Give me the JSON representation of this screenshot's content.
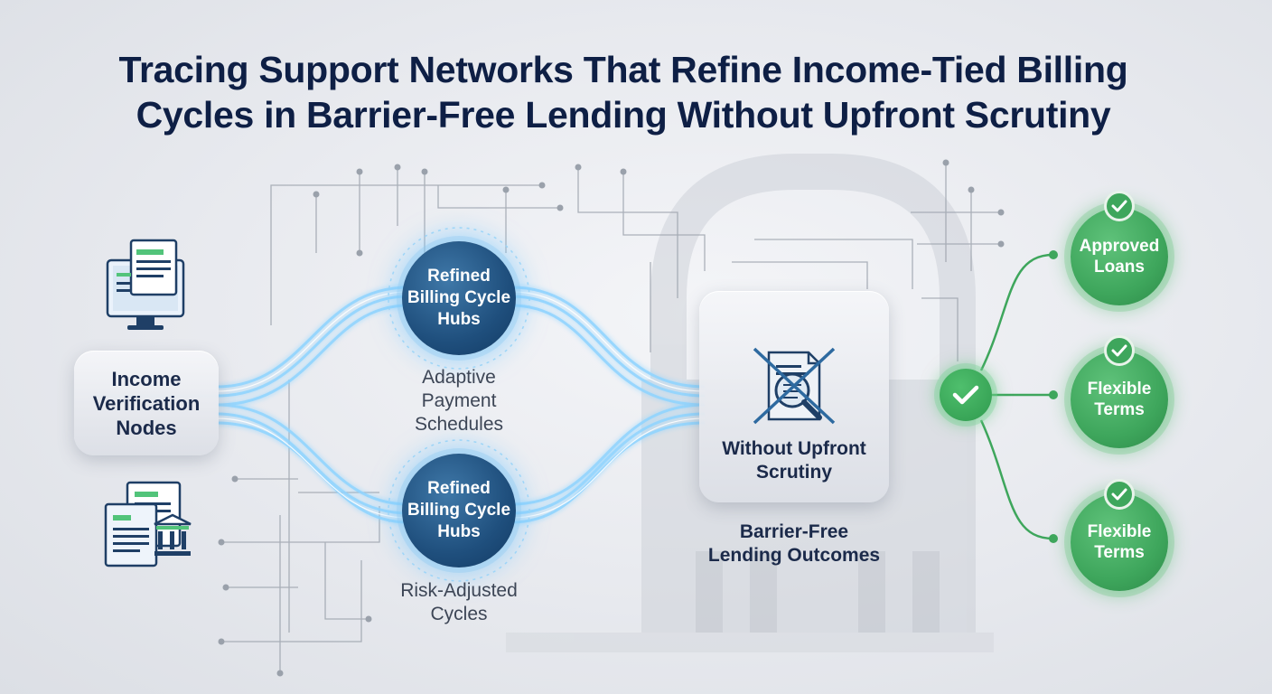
{
  "title": {
    "line1": "Tracing Support Networks That Refine Income-Tied Billing",
    "line2": "Cycles in Barrier-Free Lending Without Upfront Scrutiny"
  },
  "income_node": {
    "label": "Income Verification Nodes"
  },
  "hubs": [
    {
      "label": "Refined Billing Cycle Hubs",
      "caption": "Adaptive Payment Schedules"
    },
    {
      "label": "Refined Billing Cycle Hubs",
      "caption": "Risk-Adjusted Cycles"
    }
  ],
  "scrutiny_box": {
    "label": "Without Upfront Scrutiny"
  },
  "outcome_label": "Barrier-Free Lending Outcomes",
  "outcomes": [
    {
      "label": "Approved Loans"
    },
    {
      "label": "Flexible Terms"
    },
    {
      "label": "Flexible Terms"
    }
  ],
  "colors": {
    "title": "#0e1f45",
    "hub_blue": "#1f4f7d",
    "glow_blue": "#8fd4ff",
    "success_green": "#3ea65c"
  },
  "icons": {
    "monitor": "monitor-document-icon",
    "bank": "bank-document-icon",
    "no_scrutiny": "crossed-magnifier-document-icon",
    "check": "check-icon"
  }
}
